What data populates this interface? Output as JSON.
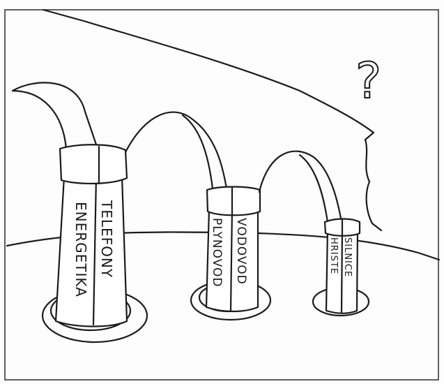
{
  "drawing": {
    "pipes": [
      {
        "id": "large",
        "labels": [
          "TELEFONY",
          "ENERGETIKA"
        ]
      },
      {
        "id": "medium",
        "labels": [
          "VODOVOD",
          "PLYNOVOD"
        ]
      },
      {
        "id": "small",
        "labels": [
          "SILNICE",
          "HRISTE"
        ]
      }
    ],
    "question_mark": "?"
  }
}
